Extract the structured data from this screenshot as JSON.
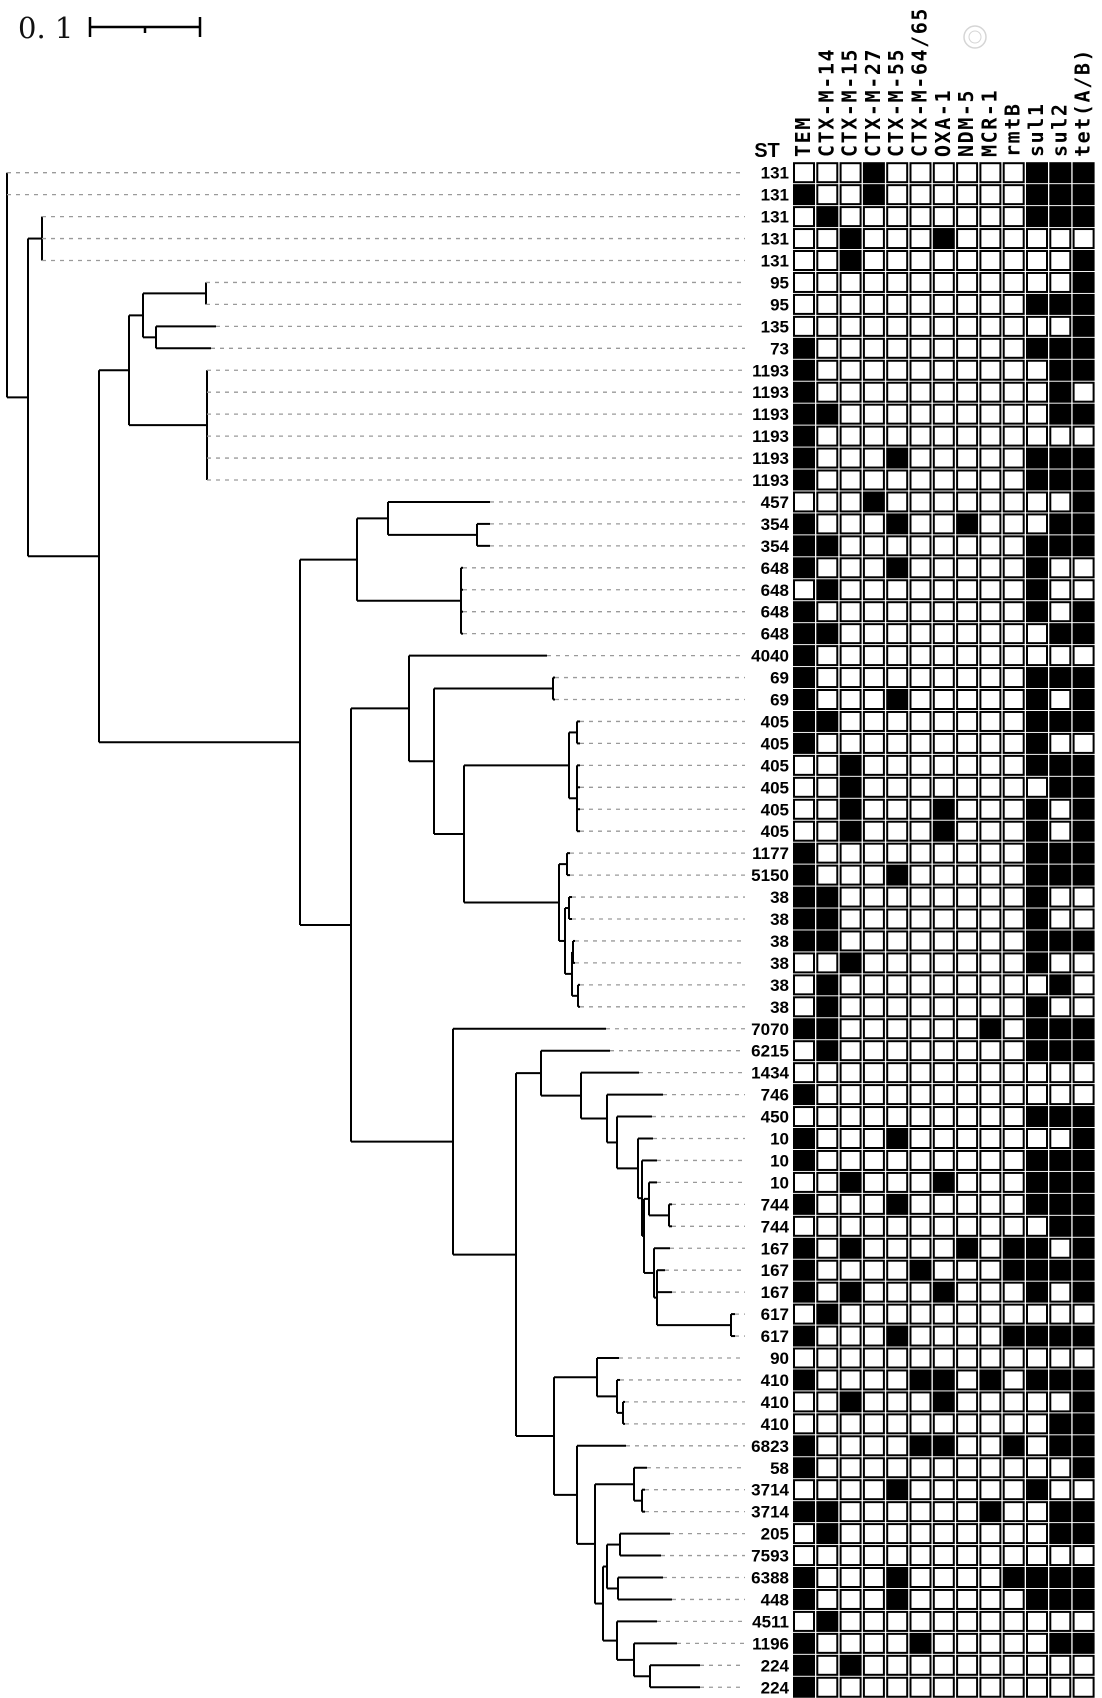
{
  "scale_bar": {
    "label": "0. 1",
    "value": 0.1
  },
  "column_header": "ST",
  "genes": [
    "TEM",
    "CTX-M-14",
    "CTX-M-15",
    "CTX-M-27",
    "CTX-M-55",
    "CTX-M-64/65",
    "OXA-1",
    "NDM-5",
    "MCR-1",
    "rmtB",
    "sul1",
    "sul2",
    "tet(A/B)"
  ],
  "colors": {
    "present": "#000000",
    "absent": "#ffffff",
    "branch": "#000000",
    "leader": "#9a9a9a"
  },
  "heatmap": {
    "rows": [
      {
        "st": "131",
        "presence": "0001000000111"
      },
      {
        "st": "131",
        "presence": "1001000000111"
      },
      {
        "st": "131",
        "presence": "0100000000111"
      },
      {
        "st": "131",
        "presence": "0010001000000"
      },
      {
        "st": "131",
        "presence": "0010000000001"
      },
      {
        "st": "95",
        "presence": "0000000000001"
      },
      {
        "st": "95",
        "presence": "0000000000111"
      },
      {
        "st": "135",
        "presence": "0000000000001"
      },
      {
        "st": "73",
        "presence": "1000000000111"
      },
      {
        "st": "1193",
        "presence": "1000000000011"
      },
      {
        "st": "1193",
        "presence": "1000000000010"
      },
      {
        "st": "1193",
        "presence": "1100000000011"
      },
      {
        "st": "1193",
        "presence": "1000000000000"
      },
      {
        "st": "1193",
        "presence": "1000100000111"
      },
      {
        "st": "1193",
        "presence": "1000000000111"
      },
      {
        "st": "457",
        "presence": "0001000000001"
      },
      {
        "st": "354",
        "presence": "1000100100011"
      },
      {
        "st": "354",
        "presence": "1100000000111"
      },
      {
        "st": "648",
        "presence": "1000100000100"
      },
      {
        "st": "648",
        "presence": "0100000000100"
      },
      {
        "st": "648",
        "presence": "1000000000101"
      },
      {
        "st": "648",
        "presence": "1100000000011"
      },
      {
        "st": "4040",
        "presence": "1000000000000"
      },
      {
        "st": "69",
        "presence": "1000000000111"
      },
      {
        "st": "69",
        "presence": "1000100000101"
      },
      {
        "st": "405",
        "presence": "1100000000111"
      },
      {
        "st": "405",
        "presence": "1000000000100"
      },
      {
        "st": "405",
        "presence": "0010000000111"
      },
      {
        "st": "405",
        "presence": "0010000000011"
      },
      {
        "st": "405",
        "presence": "0010001000101"
      },
      {
        "st": "405",
        "presence": "0010001000101"
      },
      {
        "st": "1177",
        "presence": "1000000000111"
      },
      {
        "st": "5150",
        "presence": "1000100000111"
      },
      {
        "st": "38",
        "presence": "1100000000100"
      },
      {
        "st": "38",
        "presence": "1100000000100"
      },
      {
        "st": "38",
        "presence": "1100000000111"
      },
      {
        "st": "38",
        "presence": "0010000000100"
      },
      {
        "st": "38",
        "presence": "0100000000010"
      },
      {
        "st": "38",
        "presence": "0100000000100"
      },
      {
        "st": "7070",
        "presence": "1100000010111"
      },
      {
        "st": "6215",
        "presence": "0100000000111"
      },
      {
        "st": "1434",
        "presence": "0000000000000"
      },
      {
        "st": "746",
        "presence": "1000000000000"
      },
      {
        "st": "450",
        "presence": "0000000000111"
      },
      {
        "st": "10",
        "presence": "1000100000001"
      },
      {
        "st": "10",
        "presence": "1000000000111"
      },
      {
        "st": "10",
        "presence": "0010001000111"
      },
      {
        "st": "744",
        "presence": "1000100000111"
      },
      {
        "st": "744",
        "presence": "0000000000011"
      },
      {
        "st": "167",
        "presence": "1010000101101"
      },
      {
        "st": "167",
        "presence": "1000010001111"
      },
      {
        "st": "167",
        "presence": "1010001000101"
      },
      {
        "st": "617",
        "presence": "0100000000000"
      },
      {
        "st": "617",
        "presence": "1000100001111"
      },
      {
        "st": "90",
        "presence": "0000000000000"
      },
      {
        "st": "410",
        "presence": "1000011010111"
      },
      {
        "st": "410",
        "presence": "0010001000001"
      },
      {
        "st": "410",
        "presence": "0000000000011"
      },
      {
        "st": "6823",
        "presence": "1000011001011"
      },
      {
        "st": "58",
        "presence": "1000000000001"
      },
      {
        "st": "3714",
        "presence": "0000100000100"
      },
      {
        "st": "3714",
        "presence": "1100000010011"
      },
      {
        "st": "205",
        "presence": "0100000000011"
      },
      {
        "st": "7593",
        "presence": "0000000000000"
      },
      {
        "st": "6388",
        "presence": "1000100001111"
      },
      {
        "st": "448",
        "presence": "1000100000111"
      },
      {
        "st": "4511",
        "presence": "0100000000000"
      },
      {
        "st": "1196",
        "presence": "1000010000011"
      },
      {
        "st": "224",
        "presence": "1010000000000"
      },
      {
        "st": "224",
        "presence": "1000000000000"
      }
    ]
  }
}
